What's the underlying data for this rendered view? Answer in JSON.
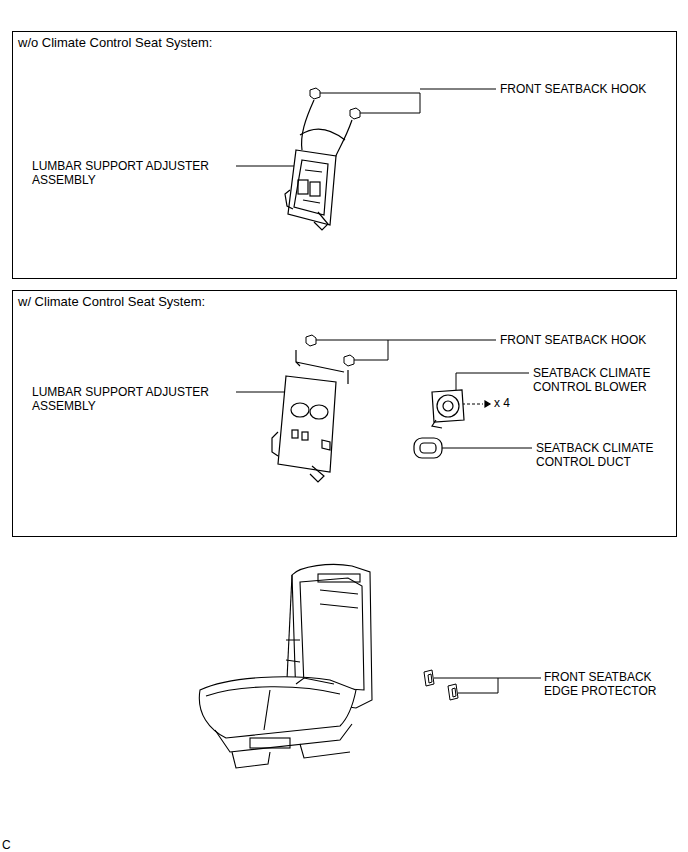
{
  "diagram": {
    "nodes": [
      {
        "text": [
          "w/o Climate Control Seat System:"
        ]
      },
      {
        "text": [
          "w/ Climate Control Seat System:"
        ]
      }
    ],
    "labels": [
      "FRONT SEATBACK HOOK",
      "LUMBAR SUPPORT ADJUSTER ASSEMBLY",
      "FRONT SEATBACK HOOK",
      "SEATBACK CLIMATE CONTROL BLOWER",
      "x 4",
      "LUMBAR SUPPORT ADJUSTER ASSEMBLY",
      "SEATBACK CLIMATE CONTROL DUCT",
      "FRONT SEATBACK EDGE PROTECTOR",
      "C"
    ]
  }
}
